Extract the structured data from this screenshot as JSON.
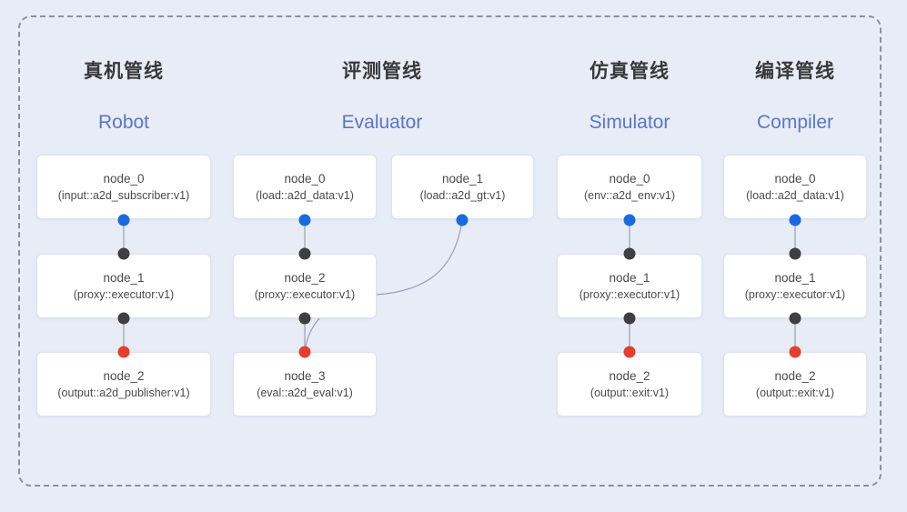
{
  "colors": {
    "background": "#e8ecf7",
    "box_bg": "#ffffff",
    "box_border": "#dde2ec",
    "dashed_border": "#8b919c",
    "chinese_title": "#38383a",
    "english_title": "#5a76c7",
    "node_text": "#4a4a4e",
    "connector": "#98a0b0",
    "dot_blue": "#1b69e0",
    "dot_black": "#3d3f42",
    "dot_red": "#e63e2d"
  },
  "pipelines": [
    {
      "title_zh": "真机管线",
      "title_en": "Robot",
      "nodes": [
        {
          "name": "node_0",
          "type": "(input::a2d_subscriber:v1)"
        },
        {
          "name": "node_1",
          "type": "(proxy::executor:v1)"
        },
        {
          "name": "node_2",
          "type": "(output::a2d_publisher:v1)"
        }
      ]
    },
    {
      "title_zh": "评测管线",
      "title_en": "Evaluator",
      "nodes": [
        {
          "name": "node_0",
          "type": "(load::a2d_data:v1)"
        },
        {
          "name": "node_1",
          "type": "(load::a2d_gt:v1)"
        },
        {
          "name": "node_2",
          "type": "(proxy::executor:v1)"
        },
        {
          "name": "node_3",
          "type": "(eval::a2d_eval:v1)"
        }
      ]
    },
    {
      "title_zh": "仿真管线",
      "title_en": "Simulator",
      "nodes": [
        {
          "name": "node_0",
          "type": "(env::a2d_env:v1)"
        },
        {
          "name": "node_1",
          "type": "(proxy::executor:v1)"
        },
        {
          "name": "node_2",
          "type": "(output::exit:v1)"
        }
      ]
    },
    {
      "title_zh": "编译管线",
      "title_en": "Compiler",
      "nodes": [
        {
          "name": "node_0",
          "type": "(load::a2d_data:v1)"
        },
        {
          "name": "node_1",
          "type": "(proxy::executor:v1)"
        },
        {
          "name": "node_2",
          "type": "(output::exit:v1)"
        }
      ]
    }
  ]
}
